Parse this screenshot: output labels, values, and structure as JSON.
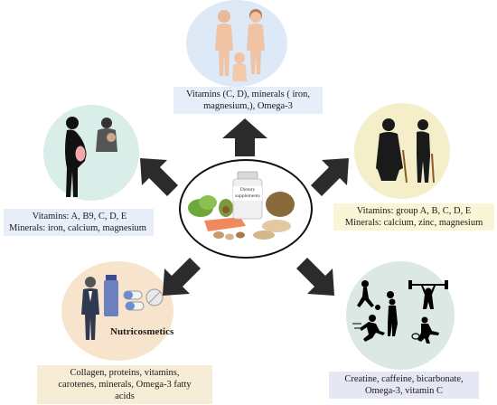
{
  "center": {
    "bottle_label": [
      "Dietary",
      "supplements"
    ]
  },
  "groups": {
    "children": {
      "label_lines": [
        "Vitamins (C, D), minerals ( iron,",
        "magnesium,), Omega-3"
      ]
    },
    "pregnancy": {
      "label_lines": [
        "Vitamins: A, B9, C, D, E",
        "Minerals: iron, calcium, magnesium"
      ]
    },
    "elderly": {
      "label_lines": [
        "Vitamins: group A, B, C, D,  E",
        "Minerals: calcium, zinc, magnesium"
      ]
    },
    "nutricosmetics": {
      "title": "Nutricosmetics",
      "label_lines": [
        "Collagen, proteins, vitamins,",
        "carotenes, minerals, Omega-3 fatty",
        "acids"
      ]
    },
    "athletes": {
      "label_lines": [
        "Creatine, caffeine, bicarbonate,",
        "Omega-3, vitamin C"
      ]
    }
  },
  "colors": {
    "children_circle": "#dde9f7",
    "pregnancy_circle": "#d9eee9",
    "elderly_circle": "#f5efc9",
    "nutricosmetics_circle": "#f8e3cd",
    "athletes_circle": "#dbe8e3",
    "children_label_bg": "#e6eef9",
    "pregnancy_label_bg": "#e8eef9",
    "elderly_label_bg": "#fbf5d7",
    "nutricosmetics_label_bg": "#f7ecd5",
    "athletes_label_bg": "#e5e7f4",
    "arrow": "#2b2b2b"
  }
}
